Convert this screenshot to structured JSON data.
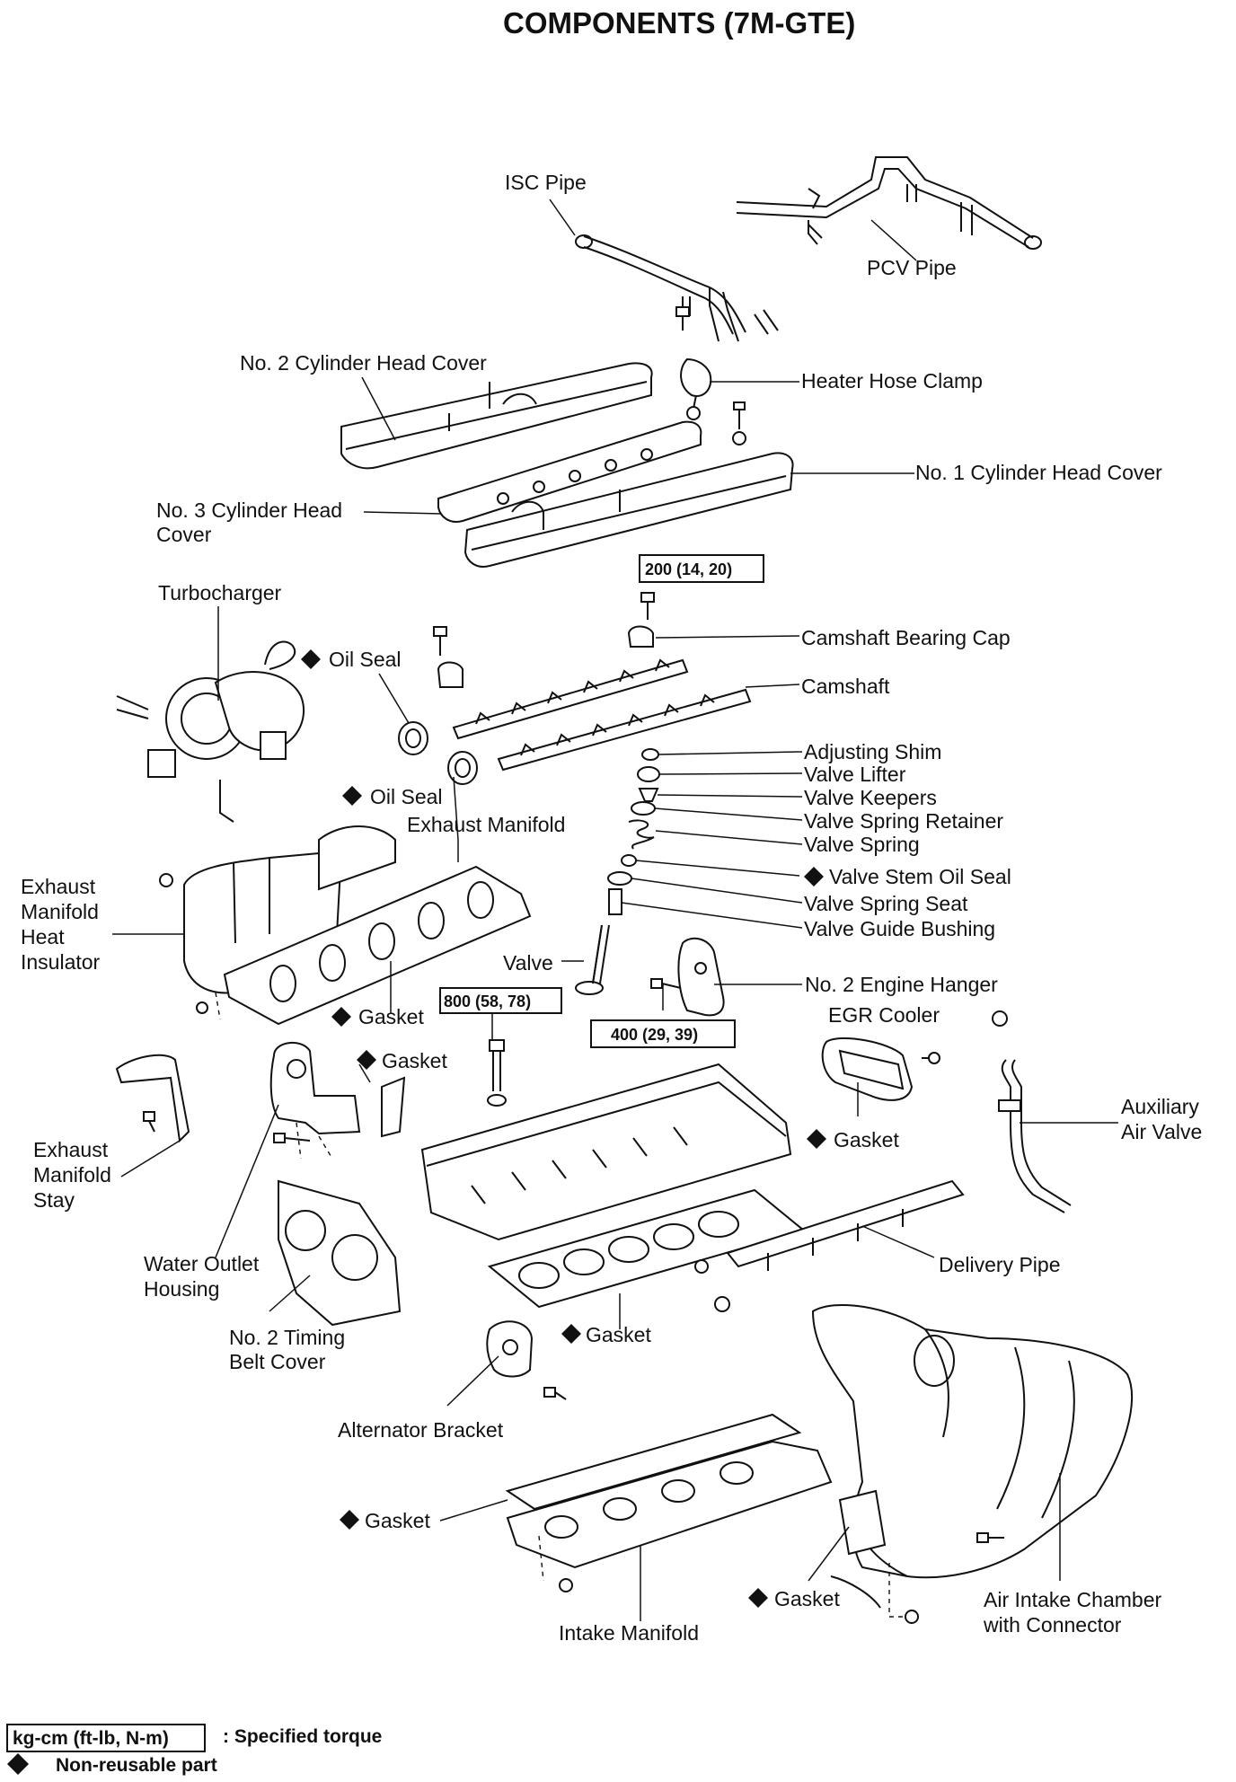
{
  "title": "COMPONENTS (7M-GTE)",
  "labels": {
    "isc_pipe": "ISC Pipe",
    "pcv_pipe": "PCV Pipe",
    "no2_head_cover": "No. 2 Cylinder Head Cover",
    "heater_hose_clamp": "Heater Hose Clamp",
    "no1_head_cover": "No. 1 Cylinder Head Cover",
    "no3_head_cover_l1": "No. 3 Cylinder Head",
    "no3_head_cover_l2": "Cover",
    "turbocharger": "Turbocharger",
    "oil_seal_1": "Oil Seal",
    "camshaft_bearing_cap": "Camshaft Bearing Cap",
    "camshaft": "Camshaft",
    "adjusting_shim": "Adjusting Shim",
    "valve_lifter": "Valve Lifter",
    "valve_keepers": "Valve Keepers",
    "valve_spring_retainer": "Valve Spring Retainer",
    "valve_spring": "Valve Spring",
    "valve_stem_oil_seal": "Valve Stem Oil Seal",
    "valve_spring_seat": "Valve Spring Seat",
    "valve_guide_bushing": "Valve Guide Bushing",
    "oil_seal_2": "Oil Seal",
    "exhaust_manifold": "Exhaust Manifold",
    "exh_heat_ins_l1": "Exhaust",
    "exh_heat_ins_l2": "Manifold",
    "exh_heat_ins_l3": "Heat",
    "exh_heat_ins_l4": "Insulator",
    "valve": "Valve",
    "no2_engine_hanger": "No. 2 Engine Hanger",
    "egr_cooler": "EGR Cooler",
    "gasket_exh": "Gasket",
    "gasket_water": "Gasket",
    "gasket_egr": "Gasket",
    "aux_air_valve_l1": "Auxiliary",
    "aux_air_valve_l2": "Air Valve",
    "exh_stay_l1": "Exhaust",
    "exh_stay_l2": "Manifold",
    "exh_stay_l3": "Stay",
    "water_outlet_l1": "Water Outlet",
    "water_outlet_l2": "Housing",
    "delivery_pipe": "Delivery Pipe",
    "no2_timing_l1": "No. 2 Timing",
    "no2_timing_l2": "Belt Cover",
    "gasket_head": "Gasket",
    "alternator_bracket": "Alternator Bracket",
    "gasket_intake": "Gasket",
    "gasket_chamber": "Gasket",
    "intake_manifold": "Intake Manifold",
    "air_intake_l1": "Air Intake Chamber",
    "air_intake_l2": "with Connector"
  },
  "torques": {
    "camshaft_cap": "200 (14, 20)",
    "head_bolt": "800 (58, 78)",
    "engine_hanger": "400 (29, 39)"
  },
  "legend": {
    "torque_box": "kg-cm (ft-lb, N-m)",
    "torque_desc": ": Specified torque",
    "nonreusable_desc": "Non-reusable part"
  }
}
